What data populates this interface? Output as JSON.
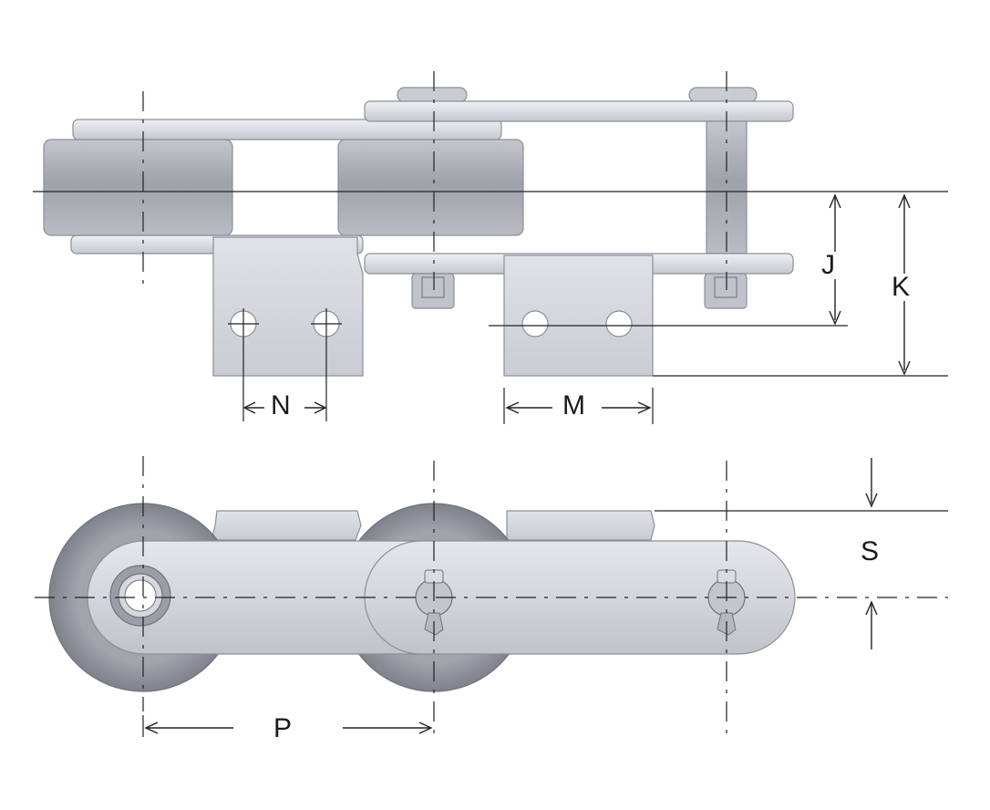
{
  "labels": {
    "J": "J",
    "K": "K",
    "N": "N",
    "M": "M",
    "S": "S",
    "P": "P"
  },
  "colors": {
    "roller": "#a9adb4",
    "plate": "#d3d6dc",
    "plate_light": "#e7e9ee",
    "line": "#222222"
  }
}
